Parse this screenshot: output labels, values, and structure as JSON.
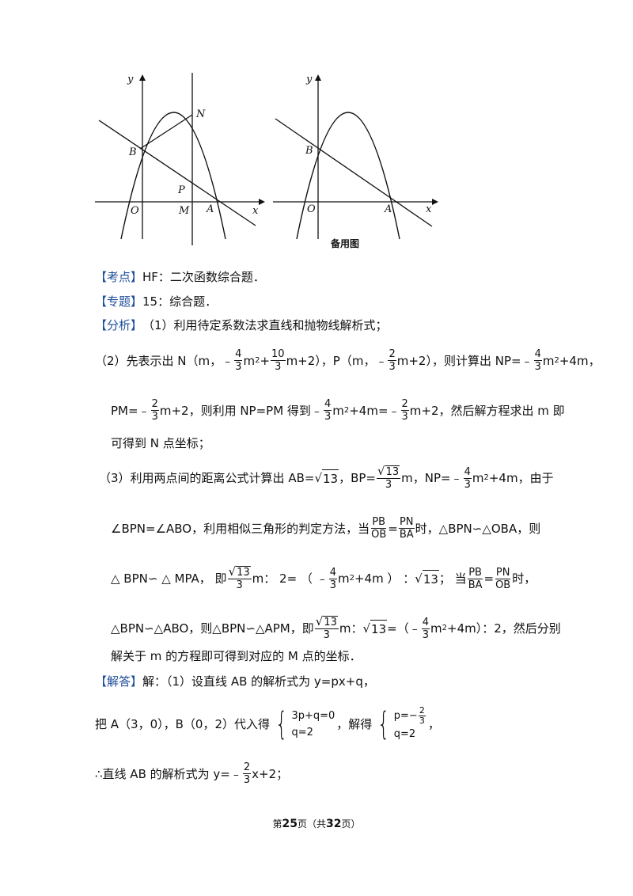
{
  "figure1": {
    "y": "y",
    "x": "x",
    "O": "O",
    "B": "B",
    "N": "N",
    "P": "P",
    "M": "M",
    "A": "A"
  },
  "figure2": {
    "y": "y",
    "x": "x",
    "O": "O",
    "B": "B",
    "A": "A",
    "caption": "备用图"
  },
  "kaodian": {
    "tag": "【考点】",
    "text": "HF：二次函数综合题．"
  },
  "zhuanti": {
    "tag": "【专题】",
    "text": "15：综合题．"
  },
  "fenxi": {
    "tag": "【分析】",
    "l1": "（1）利用待定系数法求直线和抛物线解析式；",
    "l2": {
      "a": "（2）先表示出 N（m，﹣",
      "f1n": "4",
      "f1d": "3",
      "b": "m",
      "c": "+",
      "f2n": "10",
      "f2d": "3",
      "d": "m+2），P（m，﹣",
      "f3n": "2",
      "f3d": "3",
      "e": "m+2），则计算出 NP=﹣",
      "f4n": "4",
      "f4d": "3",
      "f": "m",
      "g": "+4m，"
    },
    "l3": {
      "a": "PM=﹣",
      "f1n": "2",
      "f1d": "3",
      "b": "m+2，则利用 NP=PM 得到﹣",
      "f2n": "4",
      "f2d": "3",
      "c": "m",
      "d": "+4m=﹣",
      "f3n": "2",
      "f3d": "3",
      "e": "m+2，然后解方程求出 m 即"
    },
    "l4": "可得到 N 点坐标；",
    "l5": {
      "a": "（3）利用两点间的距离公式计算出 AB=",
      "s1": "13",
      "b": "，BP=",
      "f1n": "13",
      "f1d": "3",
      "c": "m，NP=﹣",
      "f2n": "4",
      "f2d": "3",
      "d": "m",
      "e": "+4m，由于"
    },
    "l6": {
      "a": "∠BPN=∠ABO，利用相似三角形的判定方法，当",
      "f1n": "PB",
      "f1d": "OB",
      "eq": "=",
      "f2n": "PN",
      "f2d": "BA",
      "b": "时，△BPN∽△OBA，则"
    },
    "l7": {
      "a": "△ BPN∽ △ MPA， 即",
      "f1n": "13",
      "f1d": "3",
      "b": "m： 2= （ ﹣",
      "f2n": "4",
      "f2d": "3",
      "c": "m",
      "d": "+4m ） ：",
      "s1": "13",
      "e": "； 当",
      "f3n": "PB",
      "f3d": "BA",
      "eq": "=",
      "f4n": "PN",
      "f4d": "OB",
      "f": "时，"
    },
    "l8": {
      "a": "△BPN∽△ABO，则△BPN∽△APM，即",
      "f1n": "13",
      "f1d": "3",
      "b": "m：",
      "s1": "13",
      "c": "=（﹣",
      "f2n": "4",
      "f2d": "3",
      "d": "m",
      "e": "+4m）：2，然后分别"
    },
    "l9": "解关于 m 的方程即可得到对应的 M 点的坐标．"
  },
  "jieda": {
    "tag": "【解答】",
    "l1": "解：（1）设直线 AB 的解析式为 y=px+q，",
    "l2": {
      "a": "把 A（3，0），B（0，2）代入得",
      "r1": "3p+q=0",
      "r2": "q=2",
      "b": "，解得",
      "r3a": "p=−",
      "f1n": "2",
      "f1d": "3",
      "r4": "q=2",
      "c": "，"
    },
    "l3": {
      "a": "∴直线 AB 的解析式为 y=﹣",
      "f1n": "2",
      "f1d": "3",
      "b": "x+2；"
    }
  },
  "sup2": "2",
  "footer": {
    "a": "第",
    "page": "25",
    "b": "页（共",
    "total": "32",
    "c": "页）"
  },
  "colors": {
    "tag": "#1f4e9a"
  }
}
